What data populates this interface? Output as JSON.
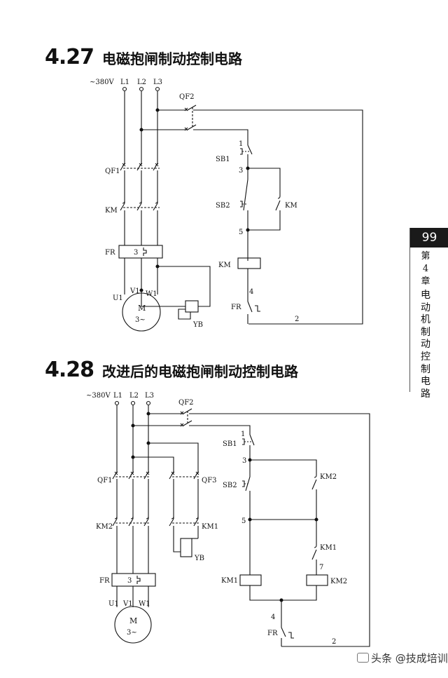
{
  "sections": [
    {
      "number": "4.27",
      "title": "电磁抱闸制动控制电路"
    },
    {
      "number": "4.28",
      "title": "改进后的电磁抱闸制动控制电路"
    }
  ],
  "side_tab": {
    "page": "99",
    "chapter": "第4章",
    "chapter_title": "电动机制动控制电路"
  },
  "diagram_427": {
    "voltage": "~380V",
    "lines": [
      "L1",
      "L2",
      "L3"
    ],
    "components": {
      "qf2": "QF2",
      "qf1": "QF1",
      "km": "KM",
      "fr": "FR",
      "fr_num": "3",
      "motor": "M",
      "motor_sub": "3~",
      "phases": [
        "U1",
        "V1",
        "W1"
      ],
      "yb": "YB",
      "sb1": "SB1",
      "sb2": "SB2",
      "km_contact": "KM",
      "km_coil": "KM",
      "fr_contact": "FR"
    },
    "nodes": [
      "1",
      "3",
      "5",
      "4",
      "2"
    ]
  },
  "diagram_428": {
    "voltage": "~380V",
    "lines": [
      "L1",
      "L2",
      "L3"
    ],
    "components": {
      "qf2": "QF2",
      "qf1": "QF1",
      "qf3": "QF3",
      "km2": "KM2",
      "km1": "KM1",
      "yb": "YB",
      "fr": "FR",
      "fr_num": "3",
      "motor": "M",
      "motor_sub": "3~",
      "phases": [
        "U1",
        "V1",
        "W1"
      ],
      "sb1": "SB1",
      "sb2": "SB2",
      "km2_contact": "KM2",
      "km1_contact": "KM1",
      "km1_coil": "KM1",
      "km2_coil": "KM2",
      "fr_contact": "FR"
    },
    "nodes": [
      "1",
      "3",
      "5",
      "7",
      "4",
      "2"
    ]
  },
  "watermark": "头条 @技成培训"
}
